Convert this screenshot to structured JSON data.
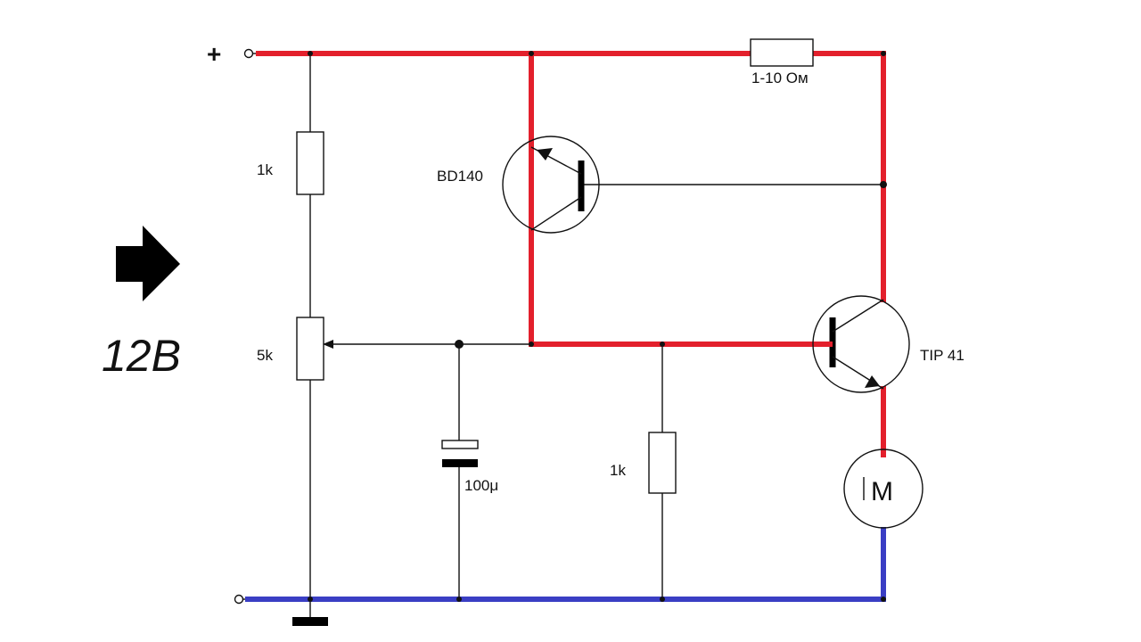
{
  "supply": {
    "plus_sign": "+",
    "voltage_label": "12B"
  },
  "components": {
    "r_top": {
      "label": "1k"
    },
    "pot": {
      "label": "5k"
    },
    "capacitor": {
      "label": "100μ"
    },
    "r_base": {
      "label": "1k"
    },
    "r_shunt": {
      "label": "1-10 Ом"
    },
    "q_pnp": {
      "label": "BD140"
    },
    "q_npn": {
      "label": "TIP 41"
    },
    "motor": {
      "label": "M"
    }
  },
  "colors": {
    "positive_rail": "#e3202c",
    "ground_rail": "#3a3ec4",
    "wire": "#111111",
    "background": "#ffffff"
  },
  "icons": {
    "arrow": "right-arrow-icon",
    "ground": "ground-icon"
  }
}
